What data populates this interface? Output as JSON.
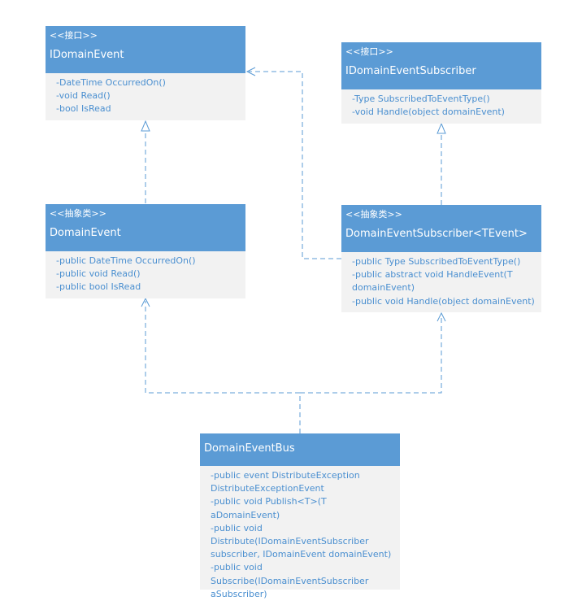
{
  "colors": {
    "header": "#5b9bd5",
    "body": "#f2f2f2",
    "member_text": "#4a8fd0",
    "connector": "#5b9bd5"
  },
  "classes": {
    "idomainevent": {
      "stereotype": "<<接口>>",
      "name": "IDomainEvent",
      "members": [
        "-DateTime OccurredOn()",
        "-void Read()",
        "-bool IsRead"
      ]
    },
    "idomaineventsubscriber": {
      "stereotype": "<<接口>>",
      "name": "IDomainEventSubscriber",
      "members": [
        "-Type SubscribedToEventType()",
        "-void Handle(object domainEvent)"
      ]
    },
    "domainevent": {
      "stereotype": "<<抽象类>>",
      "name": "DomainEvent",
      "members": [
        "-public DateTime OccurredOn()",
        "-public void Read()",
        "-public bool IsRead"
      ]
    },
    "domaineventsubscriber": {
      "stereotype": "<<抽象类>>",
      "name": "DomainEventSubscriber<TEvent>",
      "members": [
        "-public Type SubscribedToEventType()",
        "-public abstract void HandleEvent(T\ndomainEvent)",
        "-public void Handle(object domainEvent)"
      ]
    },
    "domaineventbus": {
      "name": "DomainEventBus",
      "members": [
        "-public event DistributeException\nDistributeExceptionEvent",
        "-public void Publish<T>(T aDomainEvent)",
        "-public void\nDistribute(IDomainEventSubscriber\nsubscriber, IDomainEvent domainEvent)",
        "-public void\nSubscribe(IDomainEventSubscriber\naSubscriber)"
      ]
    }
  }
}
